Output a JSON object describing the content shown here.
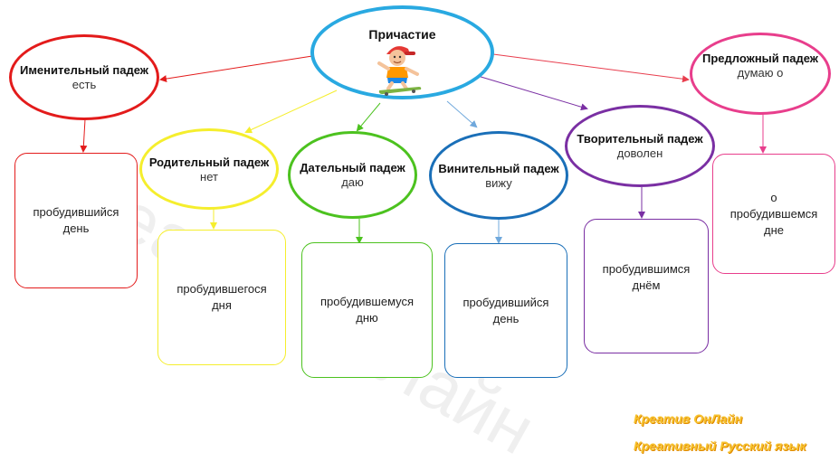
{
  "center": {
    "title": "Причастие"
  },
  "cases": [
    {
      "id": "nom",
      "title": "Именительный падеж",
      "sub": "есть",
      "box": "пробудившийся день",
      "color": "#e31b1b"
    },
    {
      "id": "gen",
      "title": "Родительный падеж",
      "sub": "нет",
      "box": "пробудившегося дня",
      "color": "#f5ee2d"
    },
    {
      "id": "dat",
      "title": "Дательный падеж",
      "sub": "даю",
      "box": "пробудившемуся дню",
      "color": "#4cc21f"
    },
    {
      "id": "acc",
      "title": "Винительный падеж",
      "sub": "вижу",
      "box": "пробудившийся день",
      "color": "#1a6fb8"
    },
    {
      "id": "ins",
      "title": "Творительный падеж",
      "sub": "доволен",
      "box": "пробудившимся днём",
      "color": "#7a2fa3"
    },
    {
      "id": "prep",
      "title": "Предложный падеж",
      "sub": "думаю о",
      "box": "о пробудившемся дне",
      "color": "#e83e8c"
    }
  ],
  "center_color": "#29a9e1",
  "watermark": "Креатив ОнЛайн",
  "footer": {
    "line1": "Креатив ОнЛайн",
    "line2": "Креативный Русский язык"
  },
  "icons": {
    "center_illustration": "skateboard-kid-icon"
  }
}
